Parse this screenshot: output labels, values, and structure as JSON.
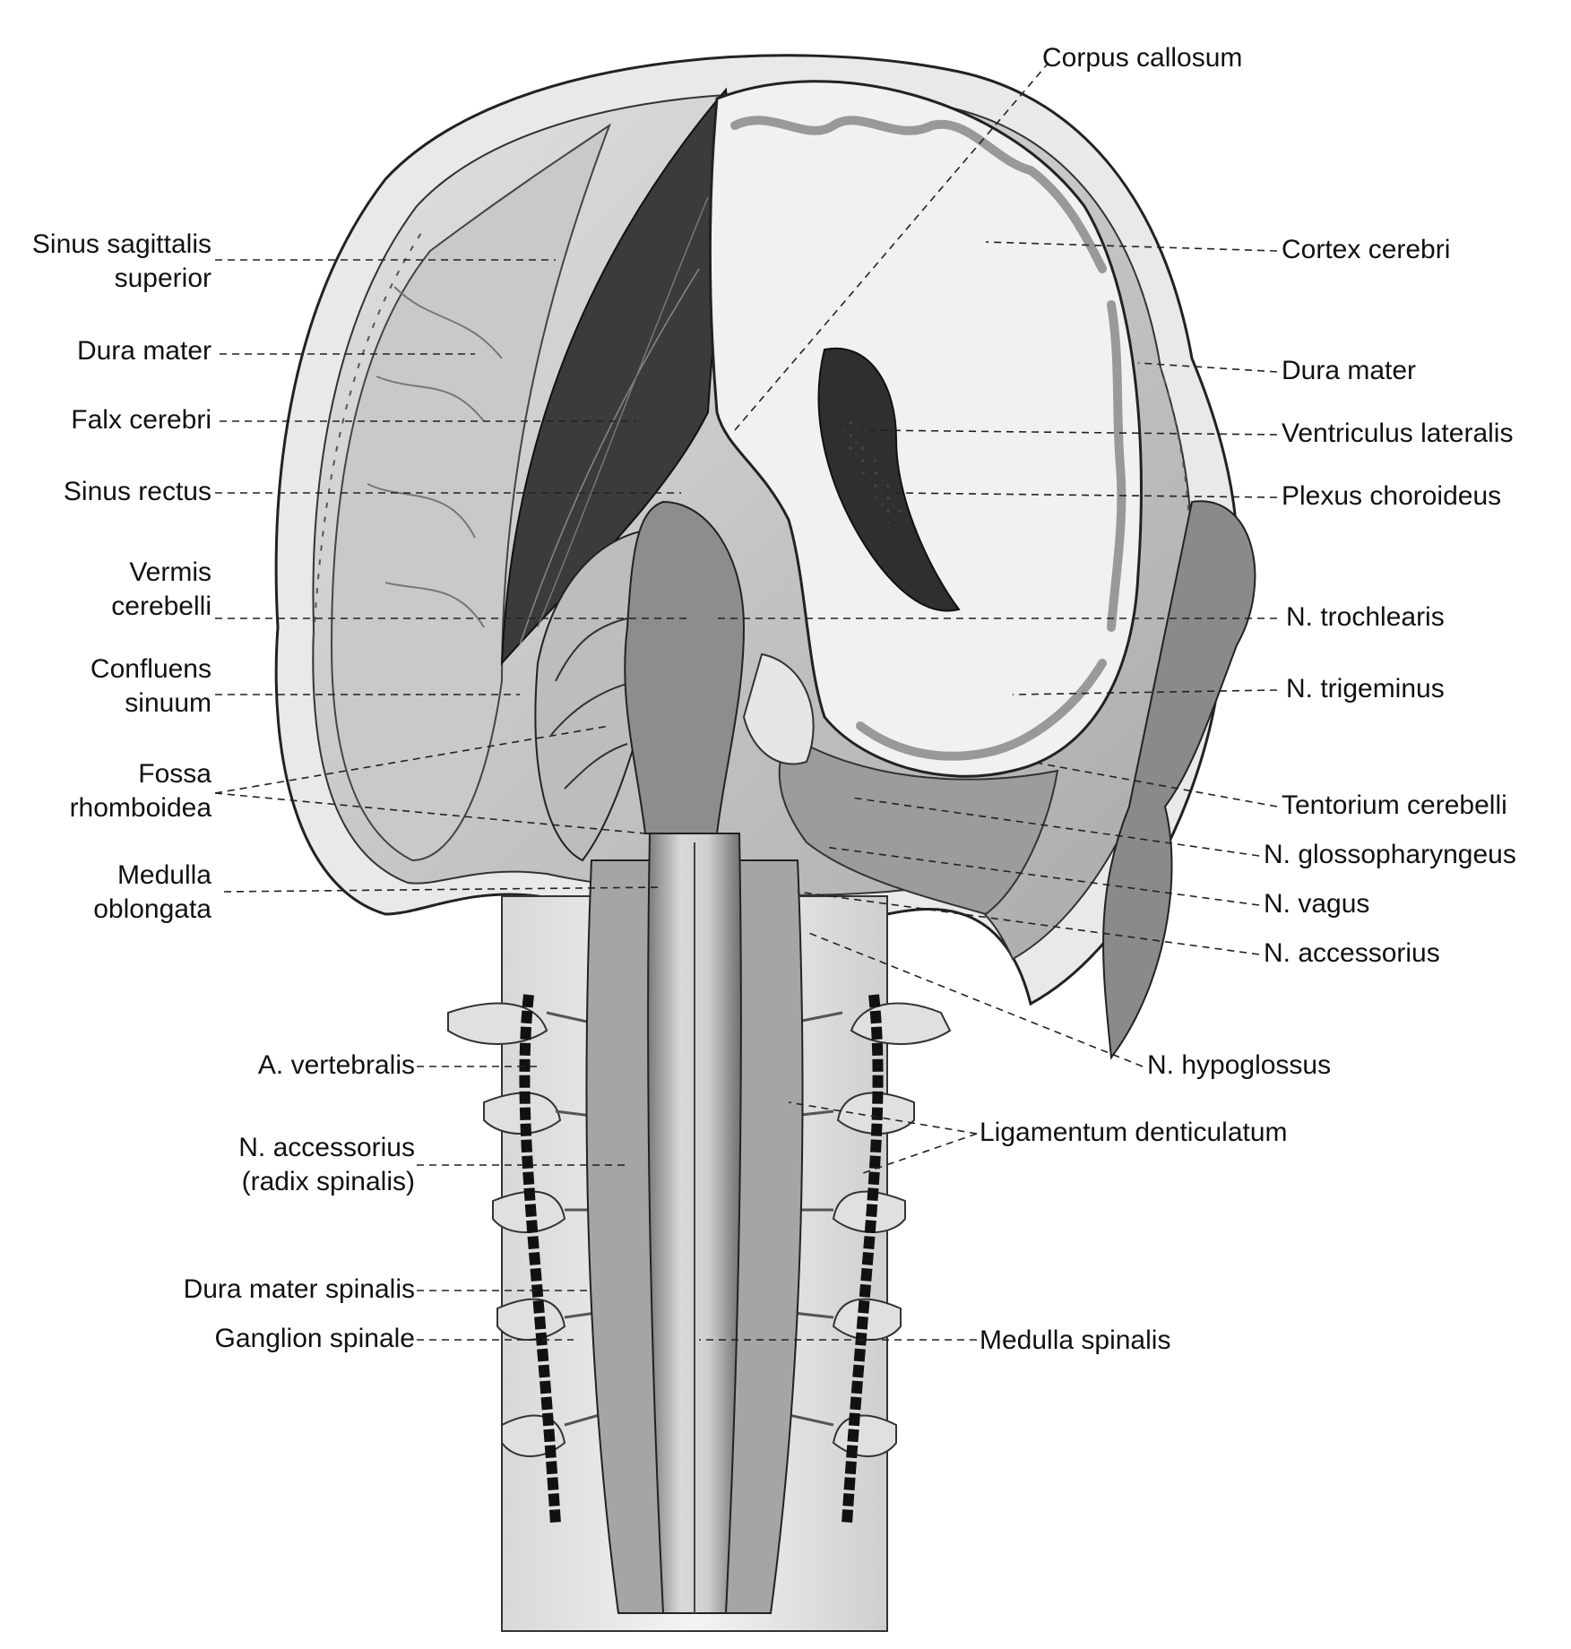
{
  "labels": {
    "corpus_callosum": "Corpus callosum",
    "sinus_sagittalis_1": "Sinus sagittalis",
    "sinus_sagittalis_2": "superior",
    "dura_mater_left": "Dura mater",
    "falx_cerebri": "Falx cerebri",
    "sinus_rectus": "Sinus rectus",
    "vermis_1": "Vermis",
    "vermis_2": "cerebelli",
    "confluens_1": "Confluens",
    "confluens_2": "sinuum",
    "fossa_1": "Fossa",
    "fossa_2": "rhomboidea",
    "medulla_obl_1": "Medulla",
    "medulla_obl_2": "oblongata",
    "a_vertebralis": "A. vertebralis",
    "n_accessorius_spinal_1": "N. accessorius",
    "n_accessorius_spinal_2": "(radix spinalis)",
    "dura_mater_spinalis": "Dura mater spinalis",
    "ganglion_spinale": "Ganglion spinale",
    "cortex_cerebri": "Cortex cerebri",
    "dura_mater_right": "Dura mater",
    "ventriculus_lateralis": "Ventriculus lateralis",
    "plexus_choroideus": "Plexus choroideus",
    "n_trochlearis": "N. trochlearis",
    "n_trigeminus": "N. trigeminus",
    "tentorium_cerebelli": "Tentorium cerebelli",
    "n_glossopharyngeus": "N. glossopharyngeus",
    "n_vagus": "N. vagus",
    "n_accessorius": "N. accessorius",
    "n_hypoglossus": "N. hypoglossus",
    "ligamentum_denticulatum": "Ligamentum denticulatum",
    "medulla_spinalis": "Medulla spinalis"
  }
}
